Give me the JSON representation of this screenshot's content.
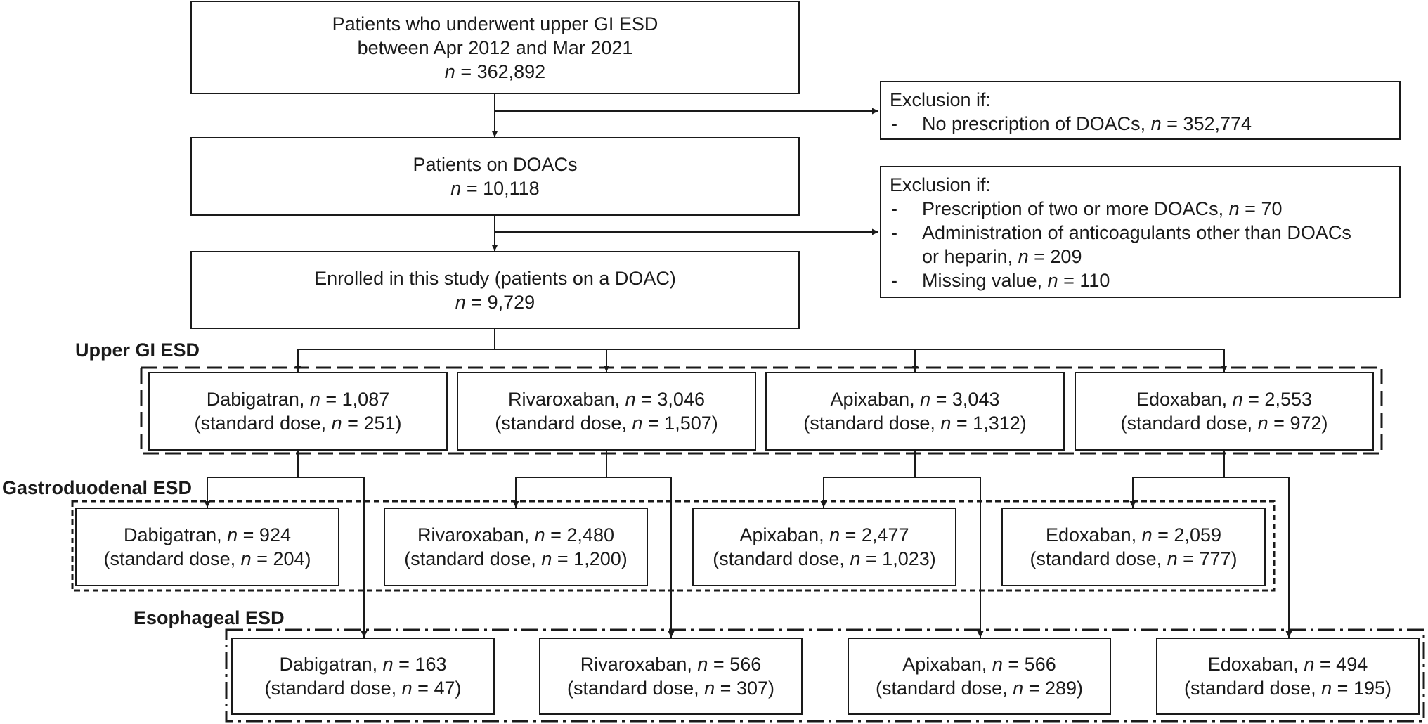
{
  "top": {
    "line1": "Patients who underwent upper GI ESD",
    "line2": "between Apr 2012 and Mar 2021",
    "n": "362,892"
  },
  "exclusion1": {
    "heading": "Exclusion if:",
    "items": [
      {
        "text": "No prescription of DOACs, ",
        "n": "352,774"
      }
    ]
  },
  "doac": {
    "line1": "Patients on DOACs",
    "n": "10,118"
  },
  "exclusion2": {
    "heading": "Exclusion if:",
    "items": [
      {
        "text": "Prescription of two or more DOACs, ",
        "n": "70"
      },
      {
        "text": "Administration of anticoagulants other than DOACs",
        "text2": "or heparin, ",
        "n": "209"
      },
      {
        "text": "Missing value, ",
        "n": "110"
      }
    ]
  },
  "enrolled": {
    "line1": "Enrolled in this study (patients on a DOAC)",
    "n": "9,729"
  },
  "n_symbol": "n",
  "eq": " = ",
  "std_prefix": "(standard dose, ",
  "std_suffix": ")",
  "sections": {
    "upper": {
      "label": "Upper GI ESD",
      "drugs": [
        {
          "name": "Dabigatran, ",
          "n": "1,087",
          "std": "251"
        },
        {
          "name": "Rivaroxaban, ",
          "n": "3,046",
          "std": "1,507"
        },
        {
          "name": "Apixaban, ",
          "n": "3,043",
          "std": "1,312"
        },
        {
          "name": "Edoxaban, ",
          "n": "2,553",
          "std": "972"
        }
      ]
    },
    "gastro": {
      "label": "Gastroduodenal ESD",
      "drugs": [
        {
          "name": "Dabigatran, ",
          "n": "924",
          "std": "204"
        },
        {
          "name": "Rivaroxaban, ",
          "n": "2,480",
          "std": "1,200"
        },
        {
          "name": "Apixaban, ",
          "n": "2,477",
          "std": "1,023"
        },
        {
          "name": "Edoxaban, ",
          "n": "2,059",
          "std": "777"
        }
      ]
    },
    "eso": {
      "label": "Esophageal ESD",
      "drugs": [
        {
          "name": "Dabigatran, ",
          "n": "163",
          "std": "47"
        },
        {
          "name": "Rivaroxaban, ",
          "n": "566",
          "std": "307"
        },
        {
          "name": "Apixaban, ",
          "n": "566",
          "std": "289"
        },
        {
          "name": "Edoxaban, ",
          "n": "494",
          "std": "195"
        }
      ]
    }
  }
}
